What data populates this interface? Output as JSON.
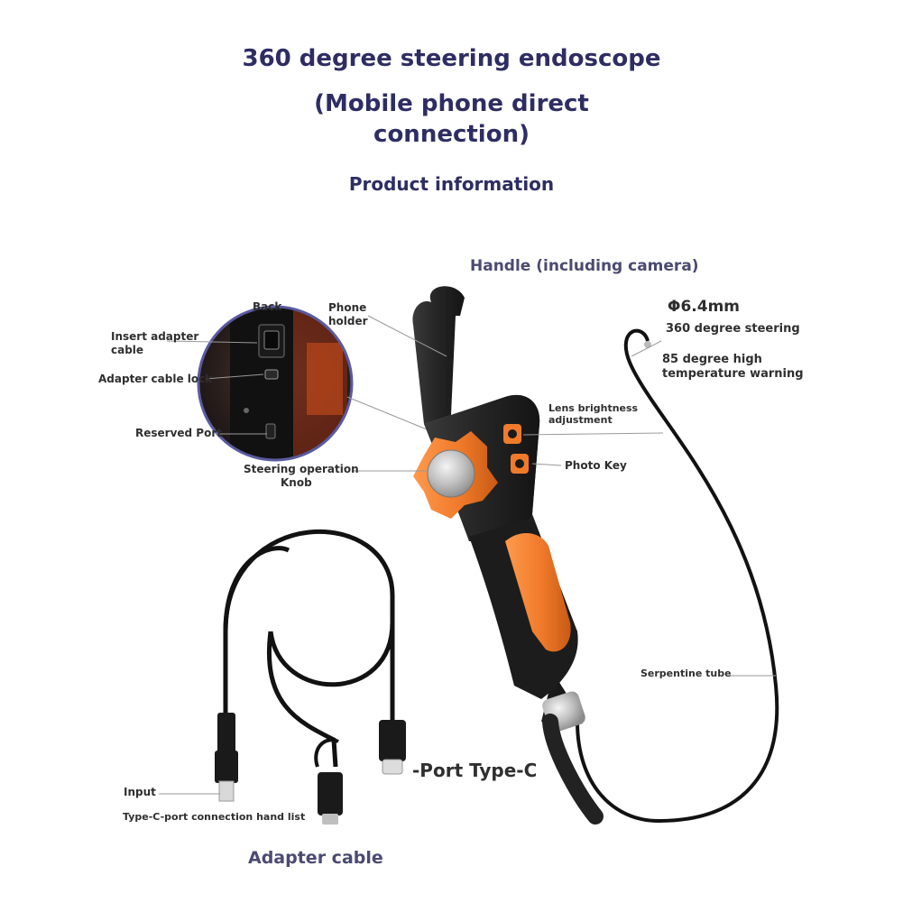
{
  "header": {
    "title_line1": "360 degree steering endoscope",
    "title_line2": "(Mobile phone direct",
    "title_line3": "connection)",
    "subtitle": "Product information"
  },
  "sections": {
    "handle": "Handle (including camera)",
    "adapter": "Adapter cable"
  },
  "labels": {
    "back": "Back",
    "insert_adapter_1": "Insert adapter",
    "insert_adapter_2": "cable",
    "adapter_lock": "Adapter cable lock",
    "reserved_port": "Reserved Port",
    "phone_holder_1": "Phone",
    "phone_holder_2": "holder",
    "steering_knob_1": "Steering operation",
    "steering_knob_2": "Knob",
    "lens_brightness_1": "Lens brightness",
    "lens_brightness_2": "adjustment",
    "photo_key": "Photo Key",
    "diameter": "Φ6.4mm",
    "steering_360": "360 degree steering",
    "temp_warning_1": "85 degree high",
    "temp_warning_2": "temperature warning",
    "serpentine": "Serpentine tube",
    "port_typec": "-Port Type-C",
    "input": "Input",
    "typec_list": "Type-C-port connection hand list"
  },
  "colors": {
    "title": "#2e2d63",
    "orange": "#f07a2a",
    "body_black": "#1f1f1f",
    "cable": "#121212",
    "callout_ring": "#5a5aa0"
  }
}
